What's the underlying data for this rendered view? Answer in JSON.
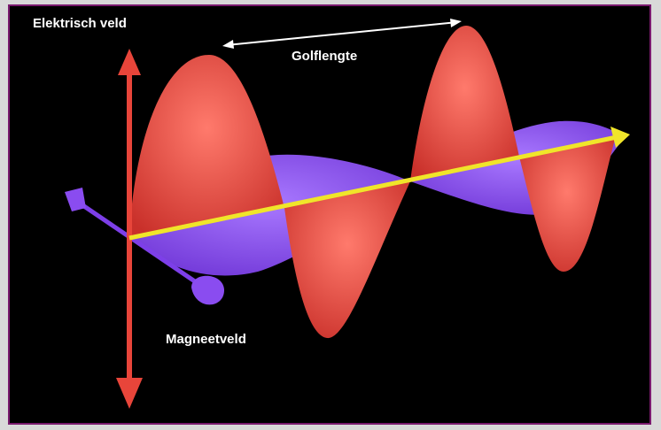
{
  "labels": {
    "electric_field": "Elektrisch veld",
    "wavelength": "Golflengte",
    "magnetic_field": "Magneetveld"
  },
  "colors": {
    "background": "#000000",
    "electric": "#e8453a",
    "magnetic": "#8a4cf0",
    "propagation": "#f0e52a",
    "frame": "#7a1a6e",
    "page": "#d9d9d9"
  }
}
